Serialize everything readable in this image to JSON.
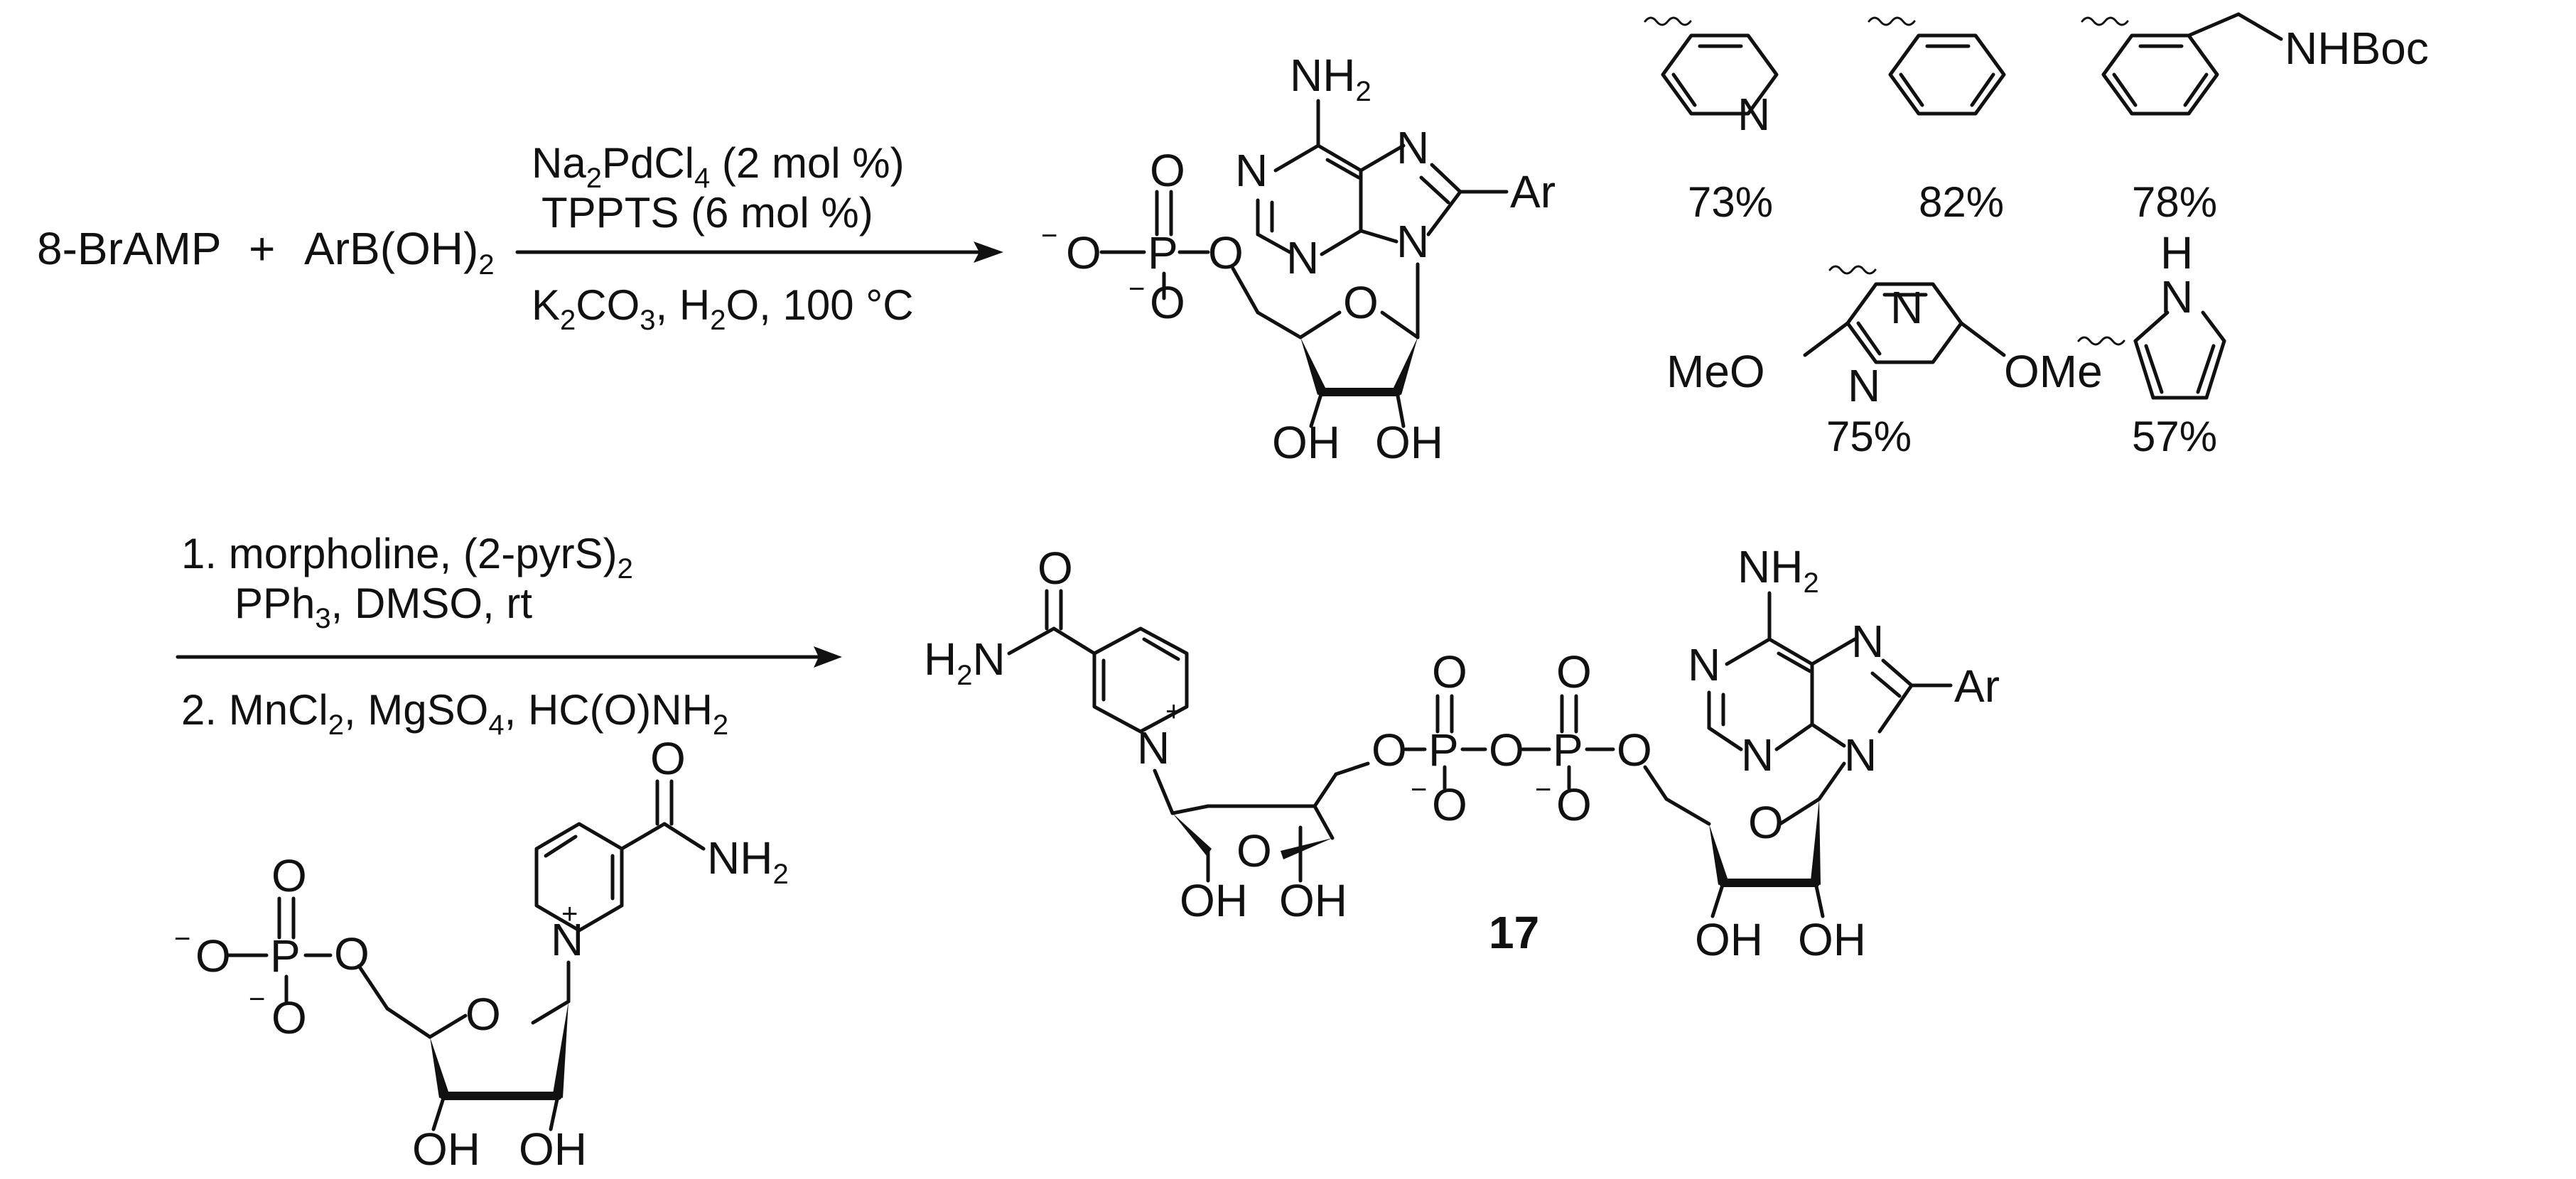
{
  "colors": {
    "ink": "#111111",
    "background": "#ffffff"
  },
  "reaction1": {
    "reactant": "8-BrAMP",
    "plus": "+",
    "boronic_acid": "ArB(OH)",
    "boronic_sub": "2",
    "conditions_above": [
      {
        "parts": [
          "Na",
          "2",
          "PdCl",
          "4",
          " (2 mol %)"
        ]
      },
      {
        "parts": [
          "TPPTS (6 mol %)"
        ]
      }
    ],
    "conditions_below": [
      {
        "parts": [
          "K",
          "2",
          "CO",
          "3",
          ", H",
          "2",
          "O, 100 °C"
        ]
      }
    ]
  },
  "reaction2": {
    "step1": {
      "parts": [
        "1. morpholine, (2-pyrS)",
        "2"
      ]
    },
    "step1b": {
      "parts": [
        "PPh",
        "3",
        ", DMSO, rt"
      ]
    },
    "step2": {
      "parts": [
        "2. MnCl",
        "2",
        ", MgSO",
        "4",
        ", HC(O)NH",
        "2"
      ]
    }
  },
  "atoms": {
    "nh2": "NH",
    "nh2_sub": "2",
    "n": "N",
    "o": "O",
    "p": "P",
    "oh": "OH",
    "ar": "Ar",
    "h2n": "H",
    "h2n_sub": "2",
    "h2n_n": "N",
    "minus": "−",
    "plus_charge": "+",
    "h": "H",
    "meo": "MeO",
    "ome": "OMe",
    "nhboc": "NHBoc"
  },
  "ar_groups": [
    {
      "name": "3-pyridyl",
      "yield": "73%"
    },
    {
      "name": "phenyl",
      "yield": "82%"
    },
    {
      "name": "3-(NHBoc-methyl)phenyl",
      "yield": "78%"
    },
    {
      "name": "2,4-dimethoxypyrimidin-5-yl",
      "yield": "75%"
    },
    {
      "name": "pyrrol-2-yl",
      "yield": "57%"
    }
  ],
  "product_label": "17"
}
